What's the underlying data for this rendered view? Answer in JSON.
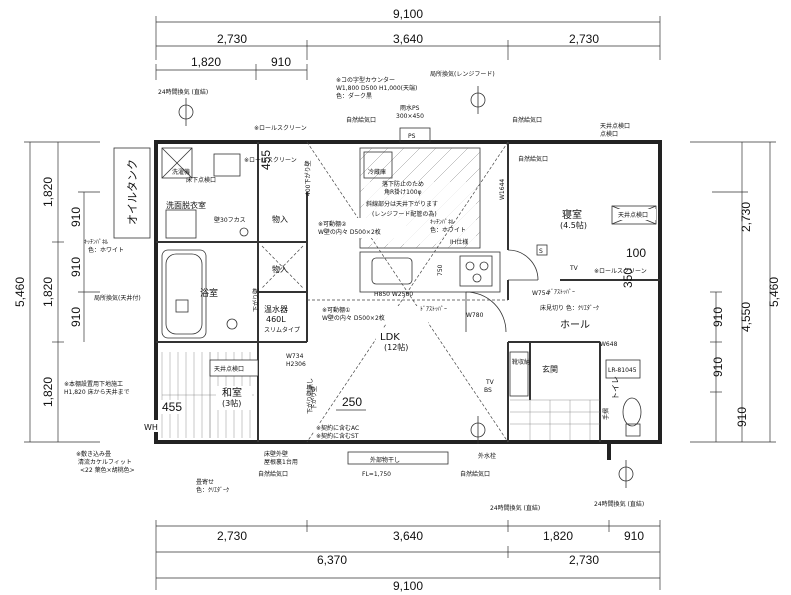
{
  "dims": {
    "top_total": "9,100",
    "top_row2": [
      "2,730",
      "3,640",
      "2,730"
    ],
    "top_row3": [
      "1,820",
      "910"
    ],
    "bottom_row1": [
      "2,730",
      "3,640",
      "1,820",
      "910"
    ],
    "bottom_row2": [
      "6,370",
      "2,730"
    ],
    "bottom_total": "9,100",
    "left_total": "5,460",
    "left_row2": [
      "1,820",
      "1,820",
      "1,820"
    ],
    "left_row3": [
      "910",
      "910",
      "910"
    ],
    "right_total": "5,460",
    "right_row2": [
      "2,730",
      "4,550"
    ],
    "right_row3": [
      "910",
      "910",
      "910"
    ],
    "inner_250": "250",
    "inner_100": "100",
    "inner_455_a": "455",
    "inner_455_b": "455",
    "inner_350": "350",
    "inner_750": "750"
  },
  "rooms": {
    "wash": "洗面脱衣室",
    "bath": "浴室",
    "water_heater": "温水器",
    "water_heater_cap": "460L",
    "water_heater_type": "スリムタイプ",
    "washitsu": "和室",
    "washitsu_size": "(3帖)",
    "ldk": "LDK",
    "ldk_size": "(12帖)",
    "bedroom": "寝室",
    "bedroom_size": "(4.5帖)",
    "hall": "ホール",
    "entrance": "玄関",
    "toilet": "トイレ",
    "storage1": "物入",
    "storage2": "物入",
    "shoebox": "靴収納"
  },
  "labels": {
    "kitchen_vent": "局所換気(レンジフード)",
    "vent_24_top": "24時間換気 (直結)",
    "vent_24_bottom_left": "24時間換気 (直結)",
    "vent_24_bottom_right": "24時間換気 (直結)",
    "vent_local_bath": "局所換気(天井付)",
    "counter_spec": "※コの字型カウンター",
    "counter_size": "W1,800 D500 H1,000(天端)",
    "counter_color": "色：ダーク黒",
    "rain_ps": "雨水PS",
    "rain_ps_size": "300×450",
    "ps": "PS",
    "natural_air_1": "自然給気口",
    "natural_air_2": "自然給気口",
    "natural_air_3": "自然給気口",
    "natural_air_4": "自然給気口",
    "ceiling_inspect_1": "天井点検口",
    "ceiling_inspect_2": "天井点検口",
    "ceiling_inspect_3": "点検口",
    "floor_inspect": "床下点検口",
    "roll_screen": "※ロールスクリーン",
    "roll_screen_2": "※ロールスクリーン",
    "roll_screen_3": "※ロールスクリーン",
    "laundry": "洗濯機",
    "fridge": "冷蔵庫",
    "oil_tank": "オイルタンク",
    "fall_prevent_1": "落下防止のため",
    "fall_prevent_2": "角R掛け100φ",
    "slope_note": "斜線部分は天井下がります",
    "slope_note_2": "(レンジフード配管の為)",
    "movable_shelf_2": "※可動棚②",
    "movable_shelf_2_spec": "W壁の内々 D500×2枚",
    "movable_shelf_1": "※可動棚①",
    "movable_shelf_1_spec": "W壁の内々 D500×2枚",
    "kitchen_panel": "ｷｯﾁﾝﾊﾟﾈﾙ",
    "kitchen_panel_color": "色：ホワイト",
    "kitchen_panel_2": "ｷｯﾁﾝﾊﾟﾈﾙ",
    "kitchen_panel_2_color": "色：ホワイト",
    "ih": "IH仕様",
    "sink_size": "H850 W2580",
    "wall_30": "壁30フカス",
    "w1644": "W1644",
    "w754": "W754",
    "w780": "W780",
    "w734": "W734",
    "h2306": "H2306",
    "w648": "W648",
    "tv_1": "TV",
    "tv_2": "TV",
    "door_stopper_1": "ﾄﾞｱｽﾄｯﾊﾟｰ",
    "door_stopper_2": "ﾄﾞｱｽﾄｯﾊﾟｰ",
    "floor_partition": "床見切り 色：ｸﾘｴﾀﾞｰｸ",
    "s_mark": "S",
    "ld_81045": "LR-81045",
    "handrail": "手摺",
    "sageuri": "下がり壁",
    "sageuri_2": "400下がり壁",
    "sageuri_3": "下がり壁",
    "sageuri_4": "下がり壁無し",
    "building_note": "※本棚設置用下地施工",
    "building_note_2": "H1,820 床から天井まで",
    "tatami_note": "※敷き込み畳",
    "tatami_note_2": "清流カケルフィット",
    "tatami_note_3": "<22 葉色×胡桃色>",
    "tatami_frame": "畳寄せ",
    "tatami_frame_color": "色：ｸﾘｴﾀﾞｰｸ",
    "outer_wall": "床壁外壁",
    "outer_wall_2": "屋根裏1台用",
    "contract_ac": "※契約に含むAC",
    "contract_ac_2": "※契約に含むST",
    "outdoor_dry": "外部物干し",
    "fl": "FL=1,750",
    "faucet": "外水栓",
    "ceiling_1": "天井点検口",
    "wh": "WH",
    "bs": "BS"
  }
}
